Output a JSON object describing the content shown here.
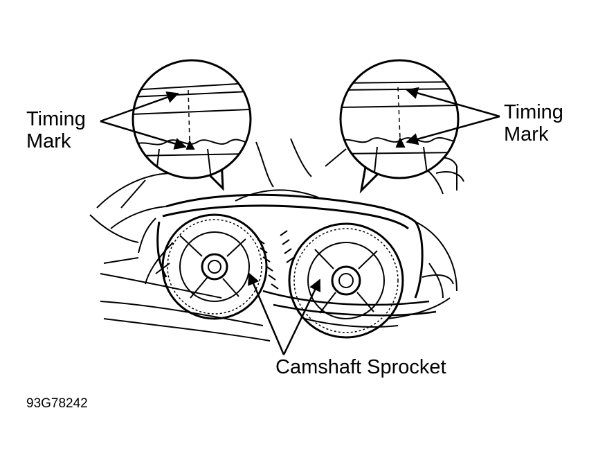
{
  "labels": {
    "timing_mark_left_line1": "Timing",
    "timing_mark_left_line2": "Mark",
    "timing_mark_right_line1": "Timing",
    "timing_mark_right_line2": "Mark",
    "camshaft_sprocket": "Camshaft Sprocket",
    "figure_code": "93G78242"
  },
  "colors": {
    "ink": "#000000",
    "paper": "#ffffff"
  }
}
